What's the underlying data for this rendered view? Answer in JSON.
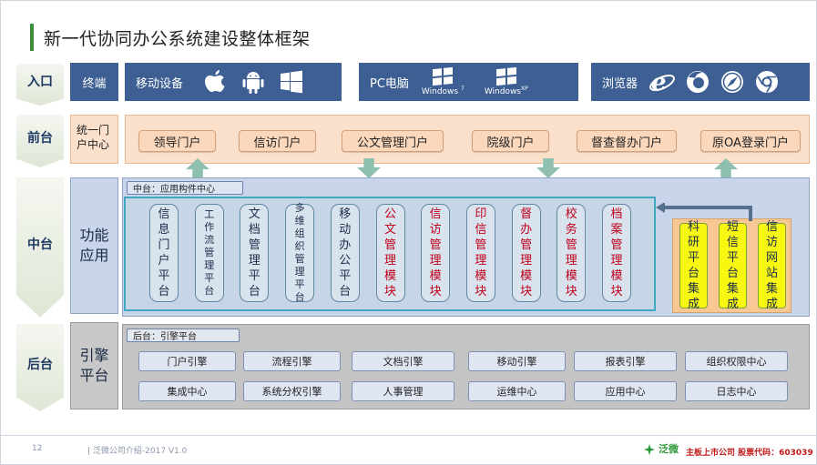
{
  "title": "新一代协同办公系统建设整体框架",
  "layers": {
    "entry": "入口",
    "front": "前台",
    "middle": "中台",
    "back": "后台"
  },
  "entry_row": {
    "terminal": "终端",
    "mobile": "移动设备",
    "pc": "PC电脑",
    "browser": "浏览器",
    "windows7": "Windows",
    "windows7_ver": "7",
    "windowsxp": "Windows",
    "windowsxp_ver": "XP",
    "icons": [
      "apple-icon",
      "android-icon",
      "windows-icon",
      "ie-icon",
      "firefox-icon",
      "safari-icon",
      "chrome-icon"
    ]
  },
  "portal": {
    "label_line1": "统一门",
    "label_line2": "户中心",
    "items": [
      "领导门户",
      "信访门户",
      "公文管理门户",
      "院级门户",
      "督查督办门户",
      "原OA登录门户"
    ]
  },
  "middle": {
    "label_line1": "功能",
    "label_line2": "应用",
    "sub_tag": "中台：应用构件中心",
    "modules": [
      {
        "chars": [
          "信",
          "息",
          "门",
          "户",
          "平",
          "台"
        ],
        "red": false,
        "small": false
      },
      {
        "chars": [
          "工",
          "作",
          "流",
          "管",
          "理",
          "平",
          "台"
        ],
        "red": false,
        "small": true
      },
      {
        "chars": [
          "文",
          "档",
          "管",
          "理",
          "平",
          "台"
        ],
        "red": false,
        "small": false
      },
      {
        "chars": [
          "多",
          "维",
          "组",
          "织",
          "管",
          "理",
          "平",
          "台"
        ],
        "red": false,
        "small": true
      },
      {
        "chars": [
          "移",
          "动",
          "办",
          "公",
          "平",
          "台"
        ],
        "red": false,
        "small": false
      },
      {
        "chars": [
          "公",
          "文",
          "管",
          "理",
          "模",
          "块"
        ],
        "red": true,
        "small": false
      },
      {
        "chars": [
          "信",
          "访",
          "管",
          "理",
          "模",
          "块"
        ],
        "red": true,
        "small": false
      },
      {
        "chars": [
          "印",
          "信",
          "管",
          "理",
          "模",
          "块"
        ],
        "red": true,
        "small": false
      },
      {
        "chars": [
          "督",
          "办",
          "管",
          "理",
          "模",
          "块"
        ],
        "red": true,
        "small": false
      },
      {
        "chars": [
          "校",
          "务",
          "管",
          "理",
          "模",
          "块"
        ],
        "red": true,
        "small": false
      },
      {
        "chars": [
          "档",
          "案",
          "管",
          "理",
          "模",
          "块"
        ],
        "red": true,
        "small": false
      }
    ],
    "integrations": [
      {
        "chars": [
          "科",
          "研",
          "平",
          "台",
          "集",
          "成"
        ]
      },
      {
        "chars": [
          "短",
          "信",
          "平",
          "台",
          "集",
          "成"
        ]
      },
      {
        "chars": [
          "信",
          "访",
          "网",
          "站",
          "集",
          "成"
        ]
      }
    ]
  },
  "back": {
    "label_line1": "引擎",
    "label_line2": "平台",
    "sub_tag": "后台：引擎平台",
    "row1": [
      "门户引擎",
      "流程引擎",
      "文档引擎",
      "移动引擎",
      "报表引擎",
      "组织权限中心"
    ],
    "row2": [
      "集成中心",
      "系统分权引擎",
      "人事管理",
      "运维中心",
      "应用中心",
      "日志中心"
    ]
  },
  "footer": {
    "page": "12",
    "company": "| 泛微公司介绍-2017 V1.0",
    "logo": "泛微",
    "stock": "主板上市公司  股票代码：603039"
  },
  "colors": {
    "accent_green": "#3c8f3a",
    "entry_blue": "#3d5f93",
    "portal_peach": "#fbe0cc",
    "module_red": "#c0001a",
    "integ_yellow": "#f7f712"
  }
}
